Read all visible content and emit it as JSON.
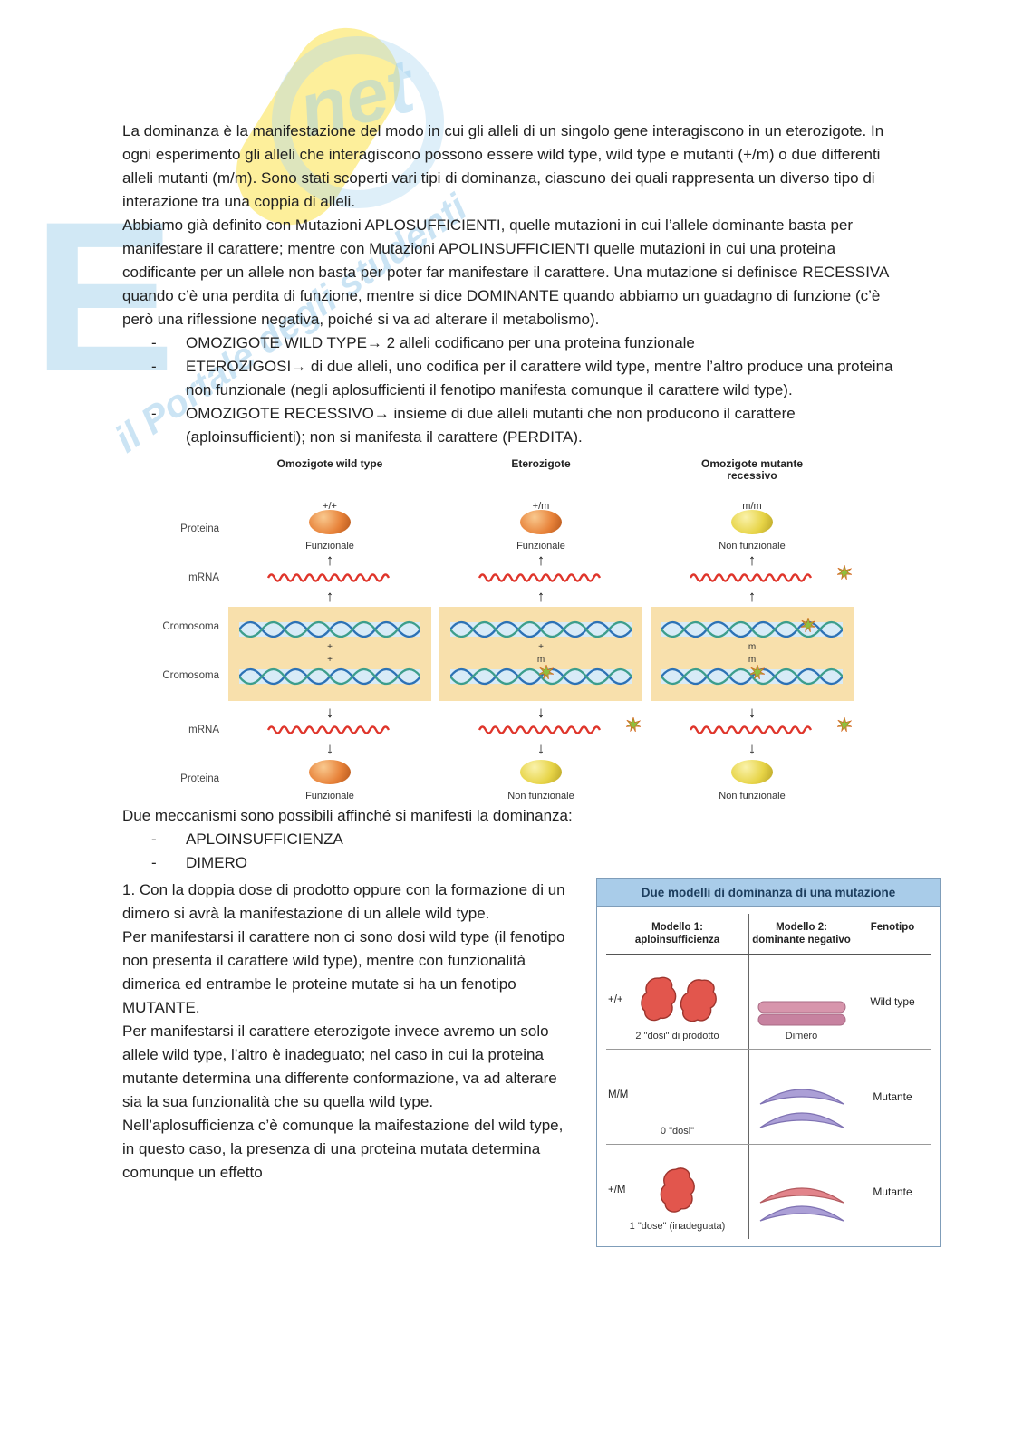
{
  "watermark": {
    "brand": "net",
    "slogan": "il Portale degli studenti",
    "letter": "E"
  },
  "document": {
    "paragraph1": "La dominanza è la manifestazione del modo in cui gli alleli di un singolo gene interagiscono in un eterozigote. In ogni esperimento gli alleli che interagiscono possono essere wild type, wild type e mutanti (+/m) o due differenti alleli mutanti (m/m). Sono stati scoperti vari tipi di dominanza, ciascuno dei quali rappresenta un diverso tipo di interazione tra una coppia di alleli.",
    "paragraph2": "Abbiamo già definito con Mutazioni APLOSUFFICIENTI, quelle mutazioni in cui l’allele dominante basta per manifestare il carattere; mentre con Mutazioni APOLINSUFFICIENTI quelle mutazioni in cui una proteina codificante per un allele non basta per poter far manifestare il carattere. Una mutazione si definisce RECESSIVA quando c’è una perdita di funzione, mentre si dice DOMINANTE quando abbiamo un guadagno di funzione (c’è però una riflessione negativa, poiché si va ad alterare il metabolismo).",
    "bullets": [
      "OMOZIGOTE WILD TYPE→ 2 alleli codificano per una proteina funzionale",
      "ETEROZIGOSI→ di due alleli, uno codifica per il carattere wild type, mentre l’altro produce una proteina non funzionale (negli aplosufficienti il fenotipo manifesta comunque il carattere wild type).",
      "OMOZIGOTE RECESSIVO→ insieme di due alleli mutanti che non producono il carattere (aploinsufficienti); non si manifesta il carattere (PERDITA)."
    ],
    "mechanisms_intro": "Due meccanismi sono possibili affinché si manifesti la dominanza:",
    "mechanisms": [
      "APLOINSUFFICIENZA",
      "DIMERO"
    ],
    "paragraphs_bottom": [
      "1. Con la doppia dose di prodotto oppure con la formazione di un dimero si avrà la manifestazione di un allele wild type.",
      "Per manifestarsi il carattere non ci sono dosi wild type (il fenotipo non presenta il carattere wild type), mentre con funzionalità dimerica ed entrambe le proteine mutate si ha un fenotipo MUTANTE.",
      "Per manifestarsi il carattere eterozigote invece avremo un solo allele wild type, l’altro è inadeguato; nel caso in cui la proteina mutante determina una differente conformazione, va ad alterare sia la sua funzionalità che su quella wild type.",
      "Nell’aplosufficienza c’è comunque la maifestazione del wild type, in questo caso, la presenza di una proteina mutata determina comunque un effetto"
    ]
  },
  "figure1": {
    "row_labels": [
      "Proteina",
      "mRNA",
      "Cromosoma",
      "Cromosoma",
      "mRNA",
      "Proteina"
    ],
    "columns": [
      {
        "header": "Omozigote wild type",
        "genotype": "+/+",
        "top_protein_label": "Funzionale",
        "bottom_protein_label": "Funzionale",
        "allele1": "+",
        "allele2": "+"
      },
      {
        "header": "Eterozigote",
        "genotype": "+/m",
        "top_protein_label": "Funzionale",
        "bottom_protein_label": "Non funzionale",
        "allele1": "+",
        "allele2": "m"
      },
      {
        "header": "Omozigote mutante recessivo",
        "genotype": "m/m",
        "top_protein_label": "Non funzionale",
        "bottom_protein_label": "Non funzionale",
        "allele1": "m",
        "allele2": "m"
      }
    ]
  },
  "figure2": {
    "title": "Due modelli di dominanza di una mutazione",
    "header_model1_line1": "Modello 1:",
    "header_model1_line2": "aploinsufficienza",
    "header_model2_line1": "Modello 2:",
    "header_model2_line2": "dominante negativo",
    "header_fenotipo": "Fenotipo",
    "rows": [
      {
        "genotype": "+/+",
        "caption1": "2 \"dosi\" di prodotto",
        "caption2": "Dimero",
        "fenotipo": "Wild type"
      },
      {
        "genotype": "M/M",
        "caption1": "0 \"dosi\"",
        "caption2": "",
        "fenotipo": "Mutante"
      },
      {
        "genotype": "+/M",
        "caption1": "1 \"dose\" (inadeguata)",
        "caption2": "",
        "fenotipo": "Mutante"
      }
    ]
  },
  "colors": {
    "figure2_header_bg": "#a9cce9",
    "mrna_red": "#df352b",
    "protein_functional_orange": "#e8833a",
    "protein_nonfunctional_yellow": "#e7d447",
    "chromosome_box_peach": "#f8e0ac",
    "dna_blue": "#2d72b5",
    "dna_teal": "#3d9e8c",
    "blob_red": "#e2564d",
    "dimer_pink": "#d795ac",
    "mutant_purple": "#ab9fd6"
  }
}
